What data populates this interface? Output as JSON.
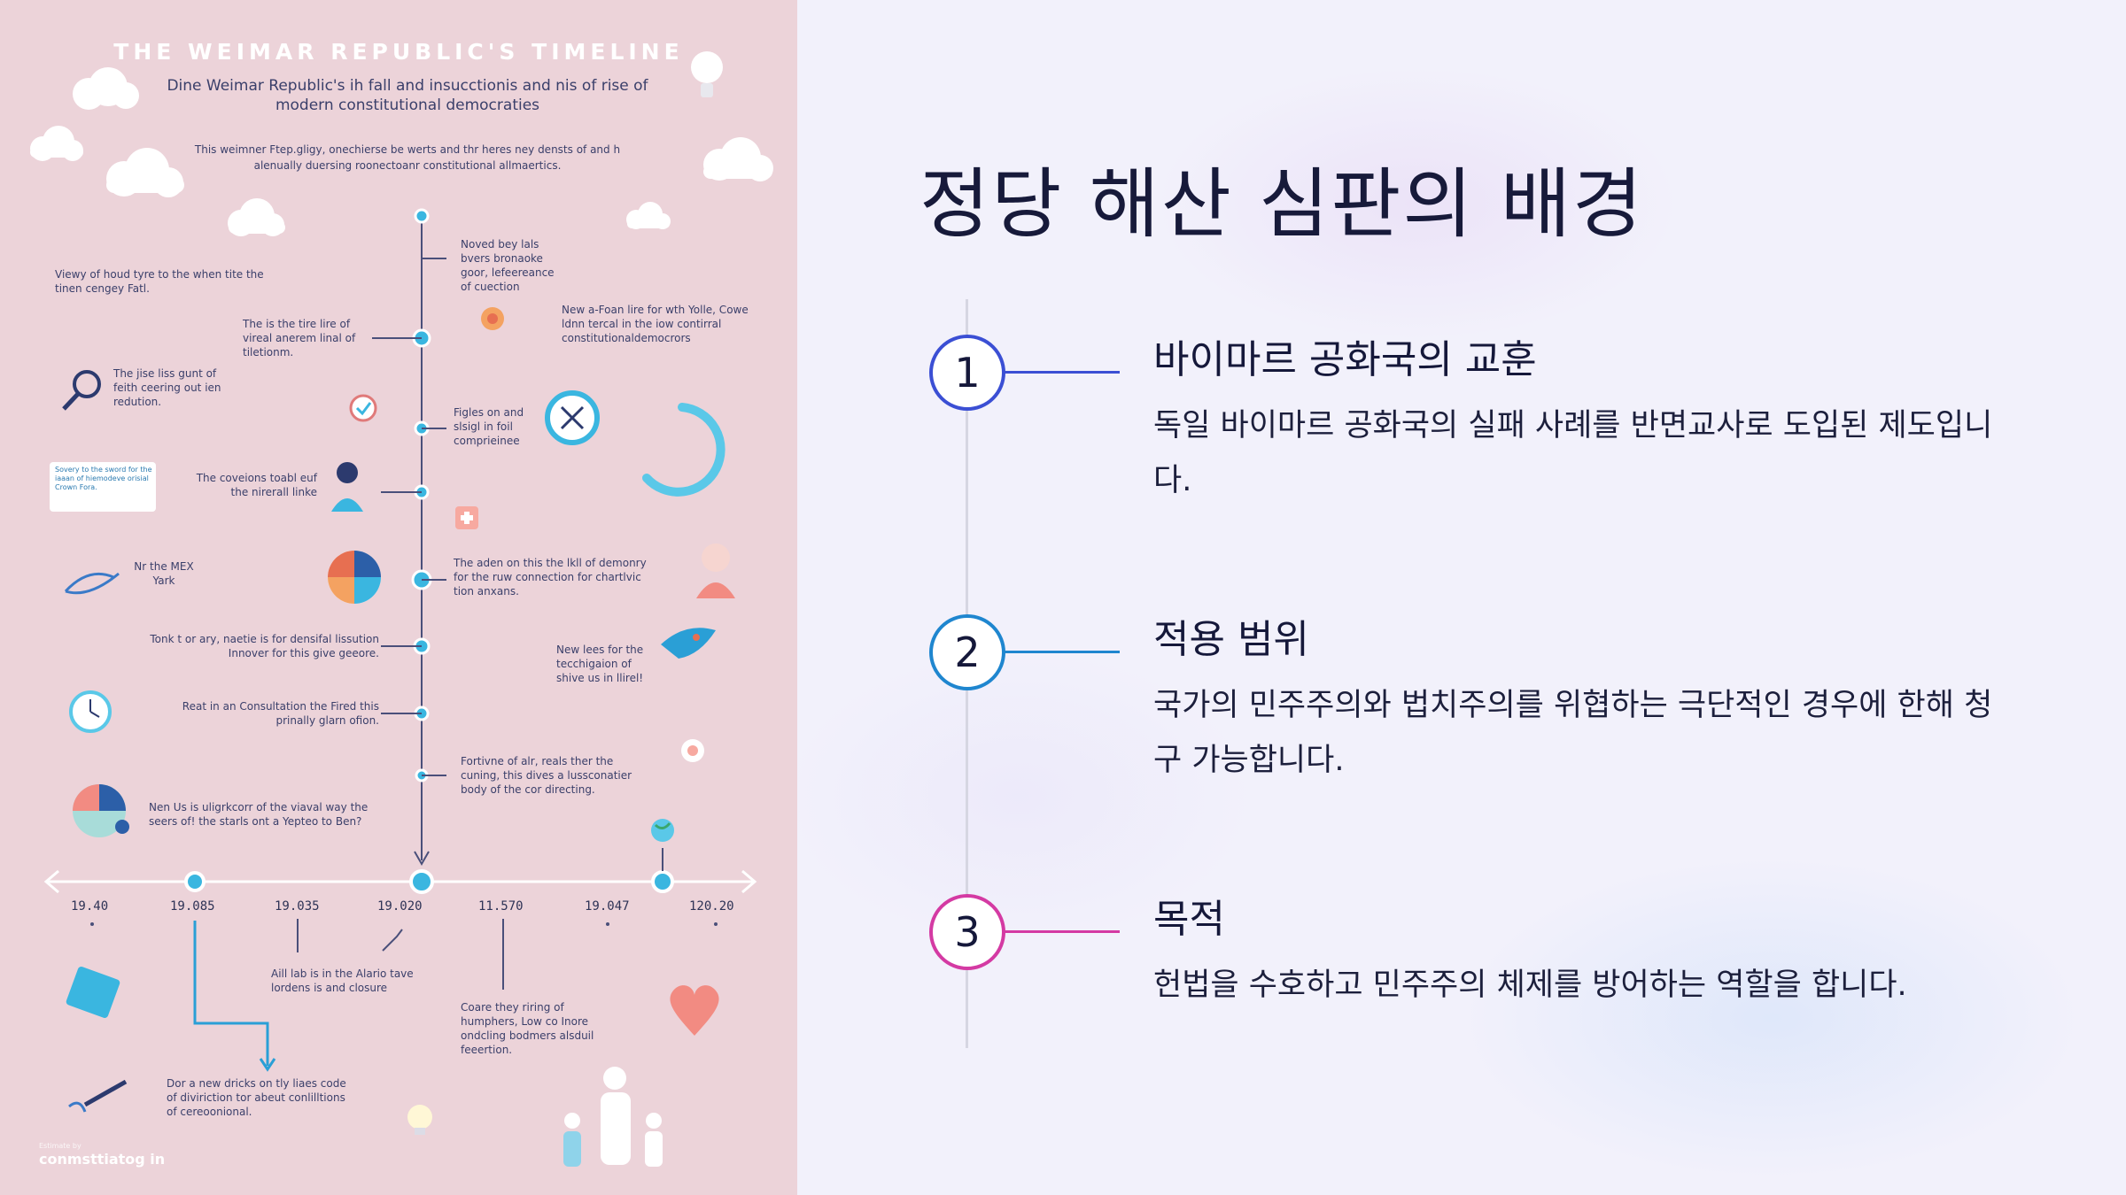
{
  "infographic": {
    "title": "THE WEIMAR REPUBLIC'S TIMELINE",
    "subtitle": "Dine Weimar Republic's ih fall and insucctionis and nis of rise of modern constitutional democraties",
    "description": "This weimner Ftep.gligy, onechierse be werts and thr heres ney densts of and h alenually duersing roonectoanr constitutional allmaertics.",
    "notes": [
      "Noved bey lals bvers bronaoke goor, lefeereance of cuection",
      "Viewy of houd tyre to the when tite the tinen cengey Fatl.",
      "New a-Foan lire for wth Yolle, Cowe ldnn tercal in the iow contirral constitutionaldemocrors",
      "The is the tire lire of vireal anerem linal of tiletionm.",
      "The jise liss gunt of feith ceering out ien redution.",
      "Figles on and slsigl in foil comprieinee",
      "Sovery to the sword for the iaaan of hiemodeve orisial Crown Fora.",
      "The coveions toabl euf the nirerall linke",
      "Nr the MEX Yark",
      "The aden on this the lkll of demonry for the ruw connection for chartlvic tion anxans.",
      "Tonk t or ary, naetie is for densifal lissution Innover for this give geeore.",
      "New lees for the tecchigaion of shive us in llirel!",
      "Reat in an Consultation the Fired this prinally glarn ofion.",
      "Fortivne of alr, reals ther the cuning, this dives a lussconatier body of the cor directing.",
      "Nen Us is uligrkcorr of the viaval way the seers of! the starls ont a Yepteo to Ben?",
      "Aill lab is in the Alario tave lordens is and closure",
      "Coare they riring of humphers, Low co Inore ondcling bodmers alsduil feeertion.",
      "Dor a new dricks on tly liaes code of diviriction tor abeut conlilltions of cereoonional."
    ],
    "ticks": [
      "19.40",
      "19.085",
      "19.035",
      "19.020",
      "11.570",
      "19.047",
      "120.20"
    ],
    "credit_small": "Estimate by",
    "credit": "conmsttiatog in"
  },
  "slide": {
    "title": "정당 해산 심판의 배경",
    "items": [
      {
        "number": "1",
        "heading": "바이마르 공화국의 교훈",
        "body": "독일 바이마르 공화국의 실패 사례를 반면교사로 도입된 제도입니다.",
        "color": "#3b4fd4"
      },
      {
        "number": "2",
        "heading": "적용 범위",
        "body": "국가의 민주주의와 법치주의를 위협하는 극단적인 경우에 한해 청구 가능합니다.",
        "color": "#1f86cf"
      },
      {
        "number": "3",
        "heading": "목적",
        "body": "헌법을 수호하고 민주주의 체제를 방어하는 역할을 합니다.",
        "color": "#d43aa3"
      }
    ]
  }
}
